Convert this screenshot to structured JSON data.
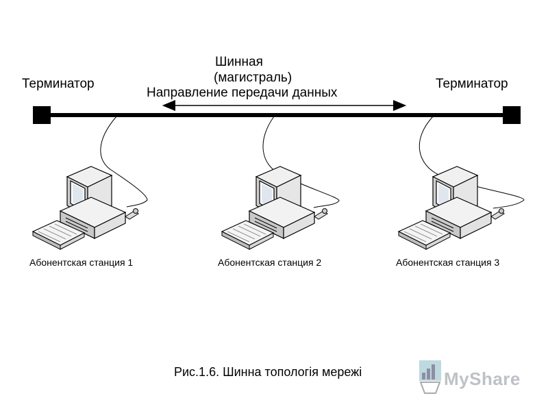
{
  "diagram": {
    "bus_label_line1": "Шинная",
    "bus_label_line2": "(магистраль)",
    "direction_label": "Направление передачи данных",
    "terminator_left": "Терминатор",
    "terminator_right": "Терминатор",
    "stations": [
      {
        "label": "Абонентская станция 1"
      },
      {
        "label": "Абонентская станция 2"
      },
      {
        "label": "Абонентская станция 3"
      }
    ],
    "caption": "Рис.1.6. Шинна топологія мережі"
  },
  "watermark": {
    "text": "MyShare"
  },
  "colors": {
    "line": "#000000",
    "computer_body": "#dcdcdc",
    "screen": "#e8eef4"
  }
}
